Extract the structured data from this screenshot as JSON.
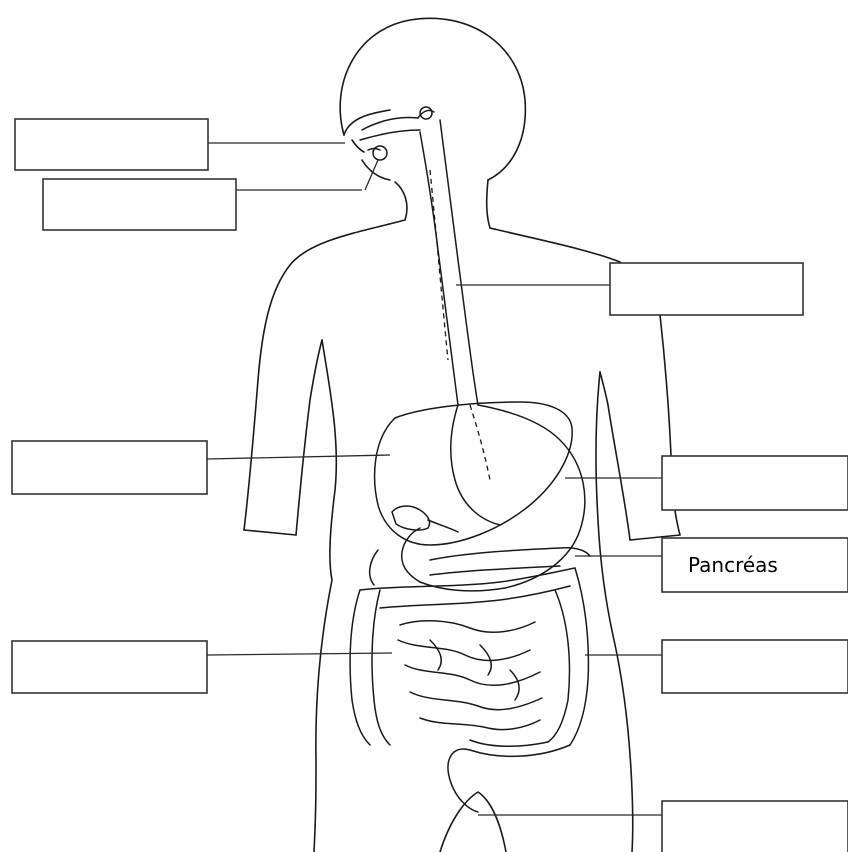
{
  "diagram": {
    "labels": [
      {
        "id": "label-1",
        "text": ""
      },
      {
        "id": "label-2",
        "text": ""
      },
      {
        "id": "label-3",
        "text": ""
      },
      {
        "id": "label-4",
        "text": ""
      },
      {
        "id": "label-5",
        "text": ""
      },
      {
        "id": "label-6",
        "text": "Pancréas"
      },
      {
        "id": "label-7",
        "text": ""
      },
      {
        "id": "label-8",
        "text": ""
      },
      {
        "id": "label-9",
        "text": ""
      }
    ]
  },
  "colors": {
    "line": "#1a1a1a",
    "box_border": "#333333",
    "background": "#ffffff"
  }
}
